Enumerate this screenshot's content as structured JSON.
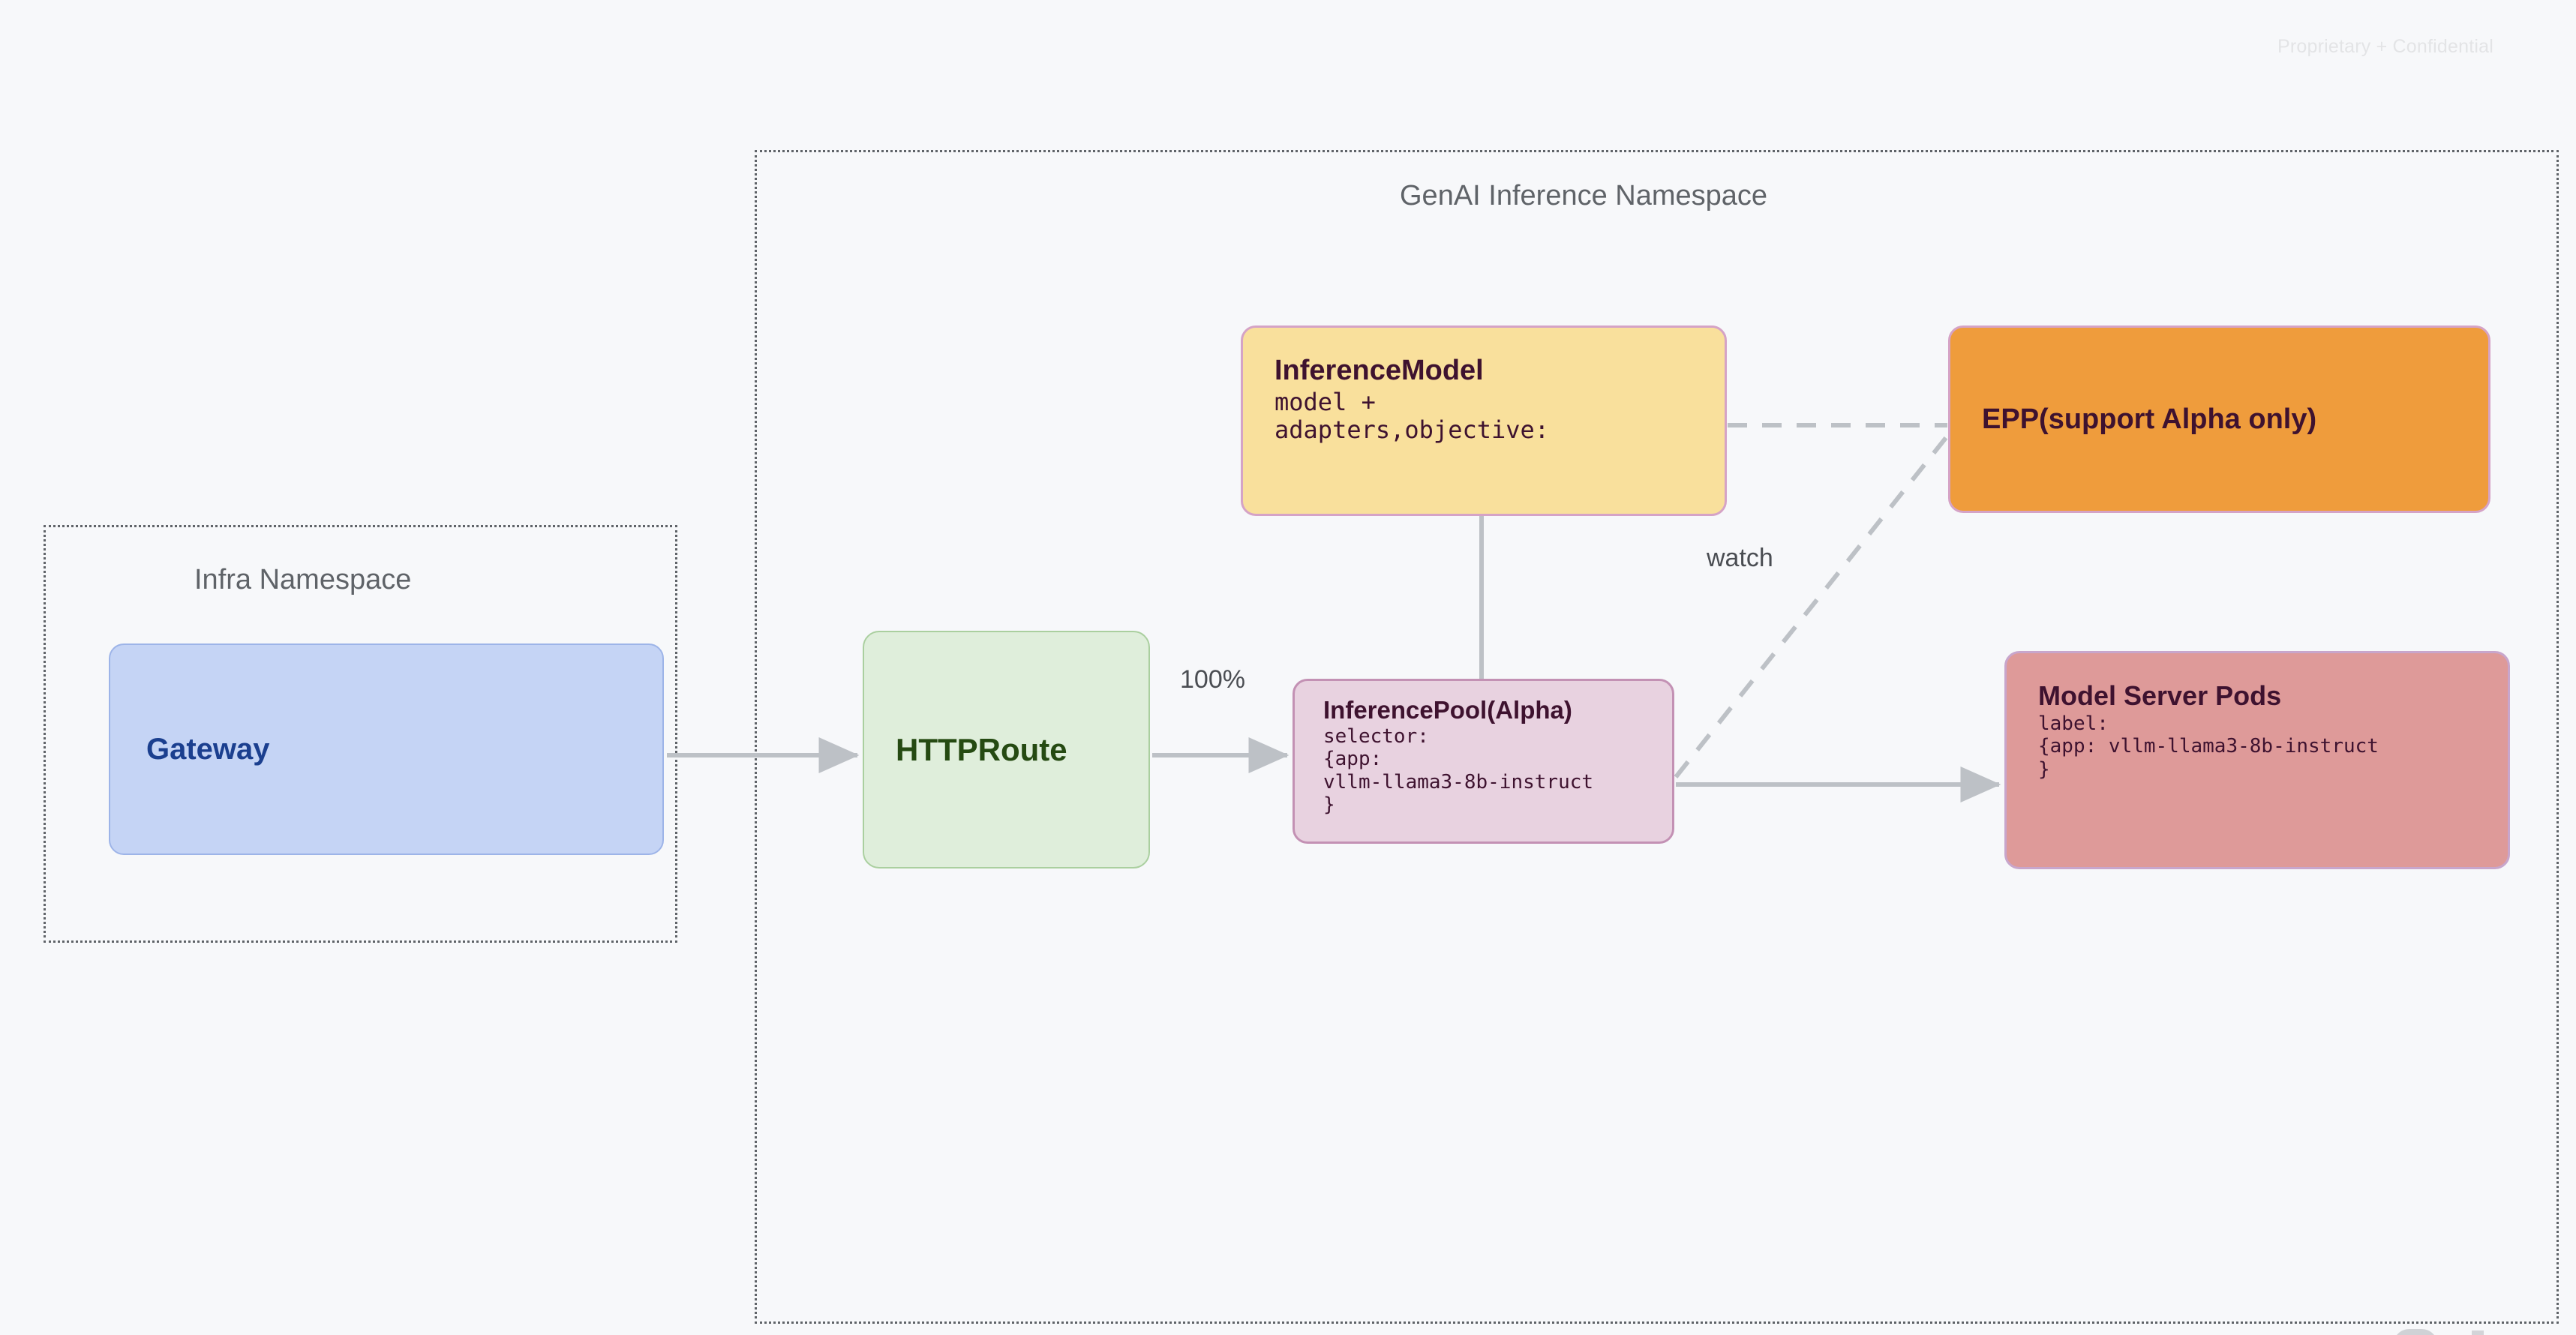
{
  "page": {
    "watermark": "Proprietary + Confidential",
    "background_color": "#f7f8fa"
  },
  "namespaces": [
    {
      "id": "infra",
      "title": "Infra Namespace",
      "border_style": "dotted",
      "border_color": "#5f6368"
    },
    {
      "id": "genai",
      "title": "GenAI Inference Namespace",
      "border_style": "dotted",
      "border_color": "#5f6368"
    }
  ],
  "nodes": {
    "gateway": {
      "title": "Gateway",
      "fill": "#c5d4f5",
      "stroke": "#9db4e8",
      "text_color": "#1b3f8f"
    },
    "httproute": {
      "title": "HTTPRoute",
      "fill": "#dfeedb",
      "stroke": "#aacf9f",
      "text_color": "#254a12"
    },
    "inference_model": {
      "title": "InferenceModel",
      "line1": "model +",
      "line2": "adapters,objective:",
      "fill": "#f9e09c",
      "stroke": "#d5a3c6",
      "text_color": "#3e122f"
    },
    "epp": {
      "title": "EPP(support Alpha only)",
      "fill": "#ef9c3c",
      "stroke": "#d5a3c6",
      "text_color": "#3e122f"
    },
    "inference_pool": {
      "title": "InferencePool(Alpha)",
      "line1": "selector:",
      "line2": "{app:",
      "line3": "vllm-llama3-8b-instruct",
      "line4": "}",
      "fill": "#e8d2e0",
      "stroke": "#c391b4",
      "text_color": "#3e122f"
    },
    "model_server_pods": {
      "title": "Model Server Pods",
      "line1": "label:",
      "line2": "{app: vllm-llama3-8b-instruct",
      "line3": "}",
      "fill": "#de9a99",
      "stroke": "#c8a6cc",
      "text_color": "#3e122f"
    }
  },
  "edges": {
    "gateway_to_httproute": {
      "label": "",
      "style": "solid",
      "arrow": true
    },
    "httproute_to_inferencepool": {
      "label": "100%",
      "style": "solid",
      "arrow": true
    },
    "inferencemodel_to_inferencepool": {
      "label": "",
      "style": "solid",
      "arrow": false
    },
    "inferencemodel_to_epp": {
      "label": "",
      "style": "dashed",
      "arrow": false
    },
    "inferencepool_to_epp": {
      "label": "watch",
      "style": "dashed",
      "arrow": false
    },
    "inferencepool_to_modelserver": {
      "label": "",
      "style": "solid",
      "arrow": true
    }
  },
  "colors": {
    "connector": "#bdc1c6",
    "namespace_border": "#5f6368",
    "namespace_title": "#5f6368",
    "edge_label": "#4a4d52",
    "watermark": "#e3e4e6"
  }
}
